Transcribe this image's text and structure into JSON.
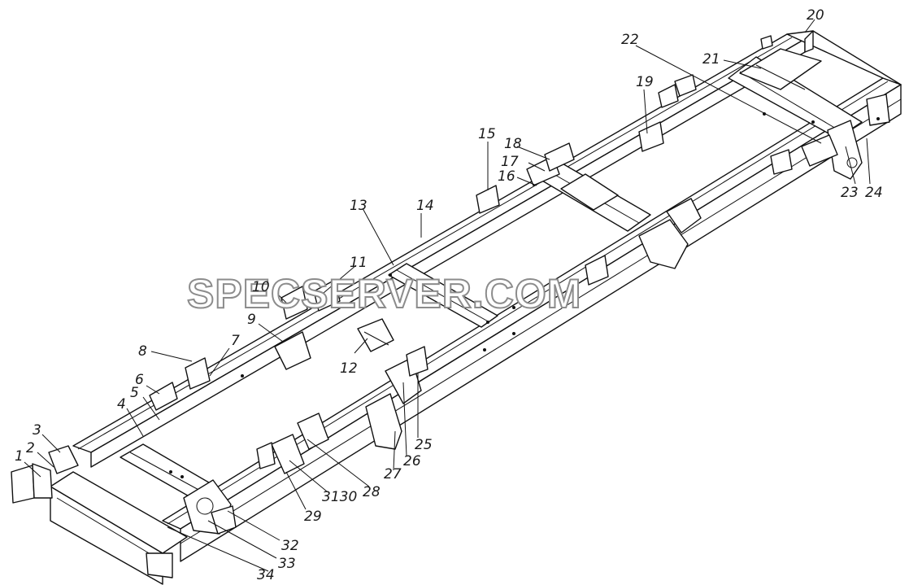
{
  "watermark": "SPECSERVER.COM",
  "callouts": [
    {
      "id": "c1",
      "text": "1"
    },
    {
      "id": "c2",
      "text": "2"
    },
    {
      "id": "c3",
      "text": "3"
    },
    {
      "id": "c4",
      "text": "4"
    },
    {
      "id": "c5",
      "text": "5"
    },
    {
      "id": "c6",
      "text": "6"
    },
    {
      "id": "c7",
      "text": "7"
    },
    {
      "id": "c8",
      "text": "8"
    },
    {
      "id": "c9",
      "text": "9"
    },
    {
      "id": "c10",
      "text": "10"
    },
    {
      "id": "c11",
      "text": "11"
    },
    {
      "id": "c12",
      "text": "12"
    },
    {
      "id": "c13",
      "text": "13"
    },
    {
      "id": "c14",
      "text": "14"
    },
    {
      "id": "c15",
      "text": "15"
    },
    {
      "id": "c16",
      "text": "16"
    },
    {
      "id": "c17",
      "text": "17"
    },
    {
      "id": "c18",
      "text": "18"
    },
    {
      "id": "c19",
      "text": "19"
    },
    {
      "id": "c20",
      "text": "20"
    },
    {
      "id": "c21",
      "text": "21"
    },
    {
      "id": "c22",
      "text": "22"
    },
    {
      "id": "c23",
      "text": "23"
    },
    {
      "id": "c24",
      "text": "24"
    },
    {
      "id": "c25",
      "text": "25"
    },
    {
      "id": "c26",
      "text": "26"
    },
    {
      "id": "c27",
      "text": "27"
    },
    {
      "id": "c28",
      "text": "28"
    },
    {
      "id": "c29",
      "text": "29"
    },
    {
      "id": "c3130",
      "text": "3130"
    },
    {
      "id": "c32",
      "text": "32"
    },
    {
      "id": "c33",
      "text": "33"
    },
    {
      "id": "c34",
      "text": "34"
    }
  ]
}
